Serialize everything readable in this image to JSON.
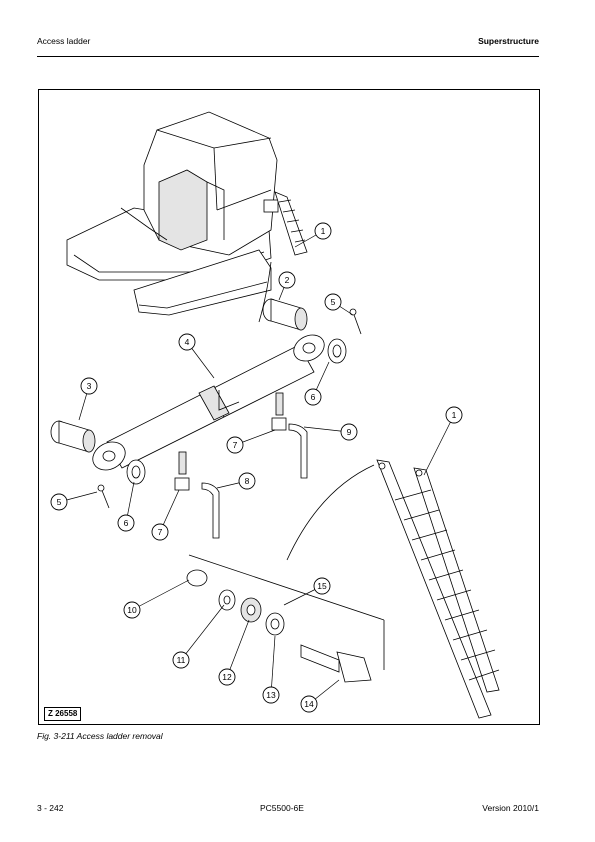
{
  "header": {
    "left": "Access ladder",
    "right": "Superstructure"
  },
  "figure": {
    "drawing_number": "Z 26558",
    "caption": "Fig. 3-211 Access ladder removal",
    "callouts": [
      "1",
      "2",
      "5",
      "4",
      "6",
      "3",
      "9",
      "7",
      "1",
      "8",
      "5",
      "6",
      "7",
      "15",
      "10",
      "11",
      "12",
      "13",
      "14"
    ]
  },
  "footer": {
    "page": "3  - 242",
    "model": "PC5500-6E",
    "version": "Version 2010/1"
  }
}
